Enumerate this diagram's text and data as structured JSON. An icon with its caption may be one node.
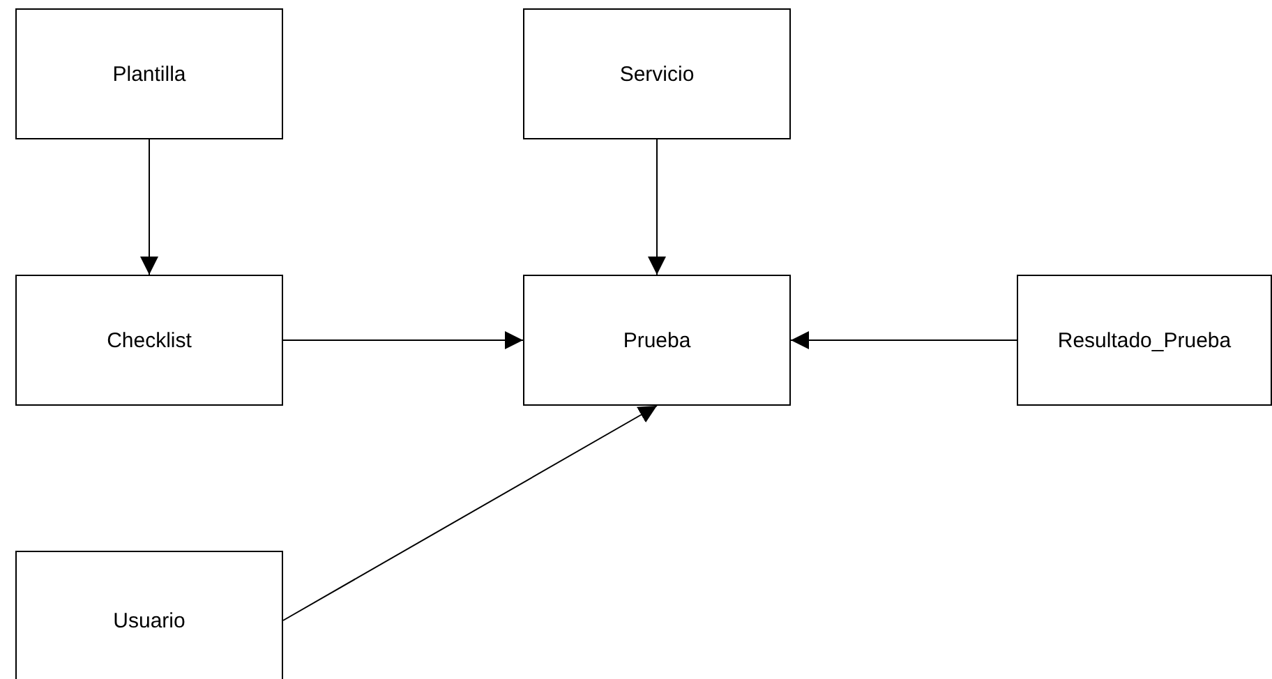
{
  "diagram": {
    "nodes": [
      {
        "text": [
          "Plantilla"
        ]
      },
      {
        "text": [
          "Servicio"
        ]
      },
      {
        "text": [
          "Checklist"
        ]
      },
      {
        "text": [
          "Prueba"
        ]
      },
      {
        "text": [
          "Resultado_Prueba"
        ]
      },
      {
        "text": [
          "Usuario"
        ]
      }
    ],
    "edges": [
      {
        "from": 0,
        "to": 2,
        "arrow": "to"
      },
      {
        "from": 1,
        "to": 3,
        "arrow": "to"
      },
      {
        "from": 2,
        "to": 3,
        "arrow": "to"
      },
      {
        "from": 4,
        "to": 3,
        "arrow": "to"
      },
      {
        "from": 5,
        "to": 3,
        "arrow": "to"
      }
    ]
  }
}
